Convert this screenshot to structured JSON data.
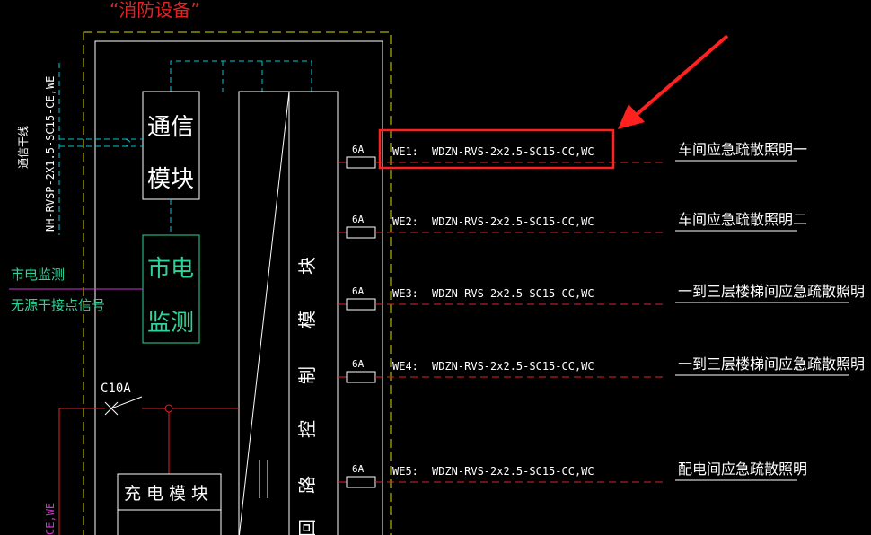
{
  "colors": {
    "background": "#000000",
    "white": "#ffffff",
    "yellow_dash": "#d8d800",
    "cyan": "#00c8d8",
    "green_box": "#2fd39a",
    "red": "#e32222",
    "magenta": "#cc33cc",
    "highlight": "#ff2020"
  },
  "title": "“消防设备”",
  "side_cable": "NH-RVSP-2X1.5-SC15-CE,WE",
  "side_trunk": "通信干线",
  "modules": {
    "comm": "通信模块",
    "monitor": "市电监测",
    "loop_control": "回路控制模块",
    "charge": "充电模块"
  },
  "left_labels": {
    "mains_monitor": "市电监测",
    "dry_contact": "无源干接点信号"
  },
  "breaker_main": "C10A",
  "bottom_left_fragment": "CE,WE",
  "circuits": [
    {
      "fuse": "6A",
      "id": "WE1:",
      "cable": "WDZN-RVS-2x2.5-SC15-CC,WC",
      "dest": "车间应急疏散照明一"
    },
    {
      "fuse": "6A",
      "id": "WE2:",
      "cable": "WDZN-RVS-2x2.5-SC15-CC,WC",
      "dest": "车间应急疏散照明二"
    },
    {
      "fuse": "6A",
      "id": "WE3:",
      "cable": "WDZN-RVS-2x2.5-SC15-CC,WC",
      "dest": "一到三层楼梯间应急疏散照明"
    },
    {
      "fuse": "6A",
      "id": "WE4:",
      "cable": "WDZN-RVS-2x2.5-SC15-CC,WC",
      "dest": "一到三层楼梯间应急疏散照明"
    },
    {
      "fuse": "6A",
      "id": "WE5:",
      "cable": "WDZN-RVS-2x2.5-SC15-CC,WC",
      "dest": "配电间应急疏散照明"
    }
  ]
}
